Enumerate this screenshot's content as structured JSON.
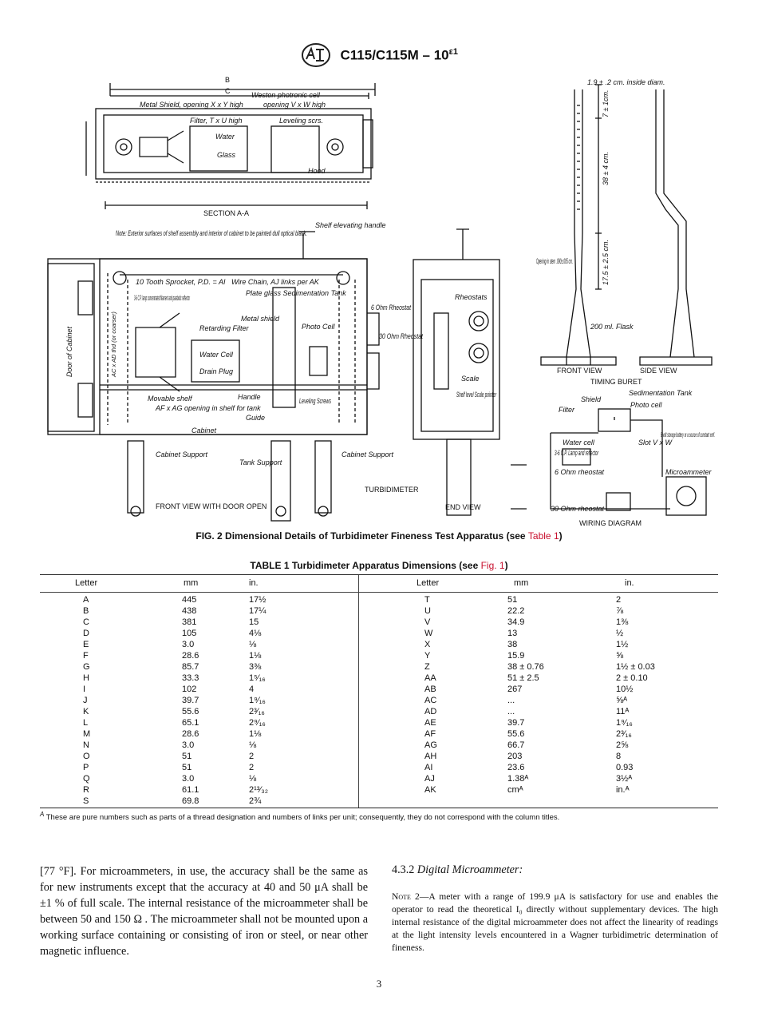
{
  "header": {
    "designation": "C115/C115M – 10",
    "superscript": "ε1"
  },
  "figure": {
    "labels": {
      "section_B": "B",
      "section_C": "C",
      "metal_shield": "Metal Shield, opening X x Y high",
      "weston_cell": "Weston photronic cell",
      "weston_opening": "opening V x W high",
      "filter": "Filter, T x U high",
      "leveling_scrs": "Leveling scrs.",
      "water": "Water",
      "glass": "Glass",
      "hood": "Hood",
      "section_aa": "SECTION A-A",
      "note": "Note: Exterior surfaces of shelf assembly and interior of cabinet to be painted dull optical black.",
      "shelf_handle": "Shelf elevating handle",
      "sprocket": "10 Tooth Sprocket, P.D. = AI",
      "wire_chain": "Wire Chain, AJ links per AK",
      "plate_glass": "Plate glass Sedimentation Tank",
      "lamp": "3-6 C.P. lamp concentrated filament and parabolic reflector",
      "metal_shield2": "Metal shield",
      "retarding_filter": "Retarding Filter",
      "photo_cell": "Photo Cell",
      "water_cell": "Water Cell",
      "drain_plug": "Drain Plug",
      "six_ohm": "6 Ohm Rheostat",
      "thirty_ohm": "30 Ohm Rheostat",
      "door_of_cabinet": "Door of Cabinet",
      "thd": "AC x AD thd (or coarser)",
      "movable_shelf": "Movable shelf",
      "opening_shelf": "AF x AG opening in shelf for tank",
      "handle": "Handle",
      "guide": "Guide",
      "leveling_screws": "Leveling Screws",
      "cabinet": "Cabinet",
      "cabinet_support": "Cabinet Support",
      "tank_support": "Tank Support",
      "front_view_door": "FRONT VIEW WITH DOOR OPEN",
      "turbidimeter": "TURBIDIMETER",
      "end_view": "END VIEW",
      "rheostats": "Rheostats",
      "scale": "Scale",
      "shelf_level": "Shelf level Scale pointer",
      "buret_inside": "1.9 ± .2 cm. inside diam.",
      "buret_7": "7 ± 1cm.",
      "buret_38": "38 ± 4 cm.",
      "buret_175": "17.5 ± 2.5 cm.",
      "opening_stem": "Opening in stem .090±.005 cm.",
      "flask": "200 ml. Flask",
      "front_view": "FRONT VIEW",
      "side_view": "SIDE VIEW",
      "timing_buret": "TIMING BURET",
      "shield": "Shield",
      "filter2": "Filter",
      "sed_tank": "Sedimentation Tank",
      "photo_cell2": "Photo cell",
      "water_cell2": "Water cell",
      "lamp2": "3-6 C.P. Lamp and reflector",
      "slot": "Slot V x W",
      "battery": "6 volt storage battery or a source of constant emf.",
      "six_ohm2": "6 Ohm rheostat",
      "thirty_ohm2": "30 Ohm rheostat",
      "microammeter": "Microammeter",
      "wiring": "WIRING DIAGRAM"
    }
  },
  "caption": {
    "text": "FIG. 2 Dimensional Details of Turbidimeter Fineness Test Apparatus (see ",
    "ref": "Table 1",
    "close": ")"
  },
  "table": {
    "title": "TABLE 1 Turbidimeter Apparatus Dimensions (see ",
    "ref": "Fig. 1",
    "close": ")",
    "headers": [
      "Letter",
      "mm",
      "in."
    ],
    "left_rows": [
      [
        "A",
        "445",
        "17½"
      ],
      [
        "B",
        "438",
        "17¼"
      ],
      [
        "C",
        "381",
        "15"
      ],
      [
        "D",
        "105",
        "4⅛"
      ],
      [
        "E",
        "3.0",
        "⅛"
      ],
      [
        "F",
        "28.6",
        "1⅛"
      ],
      [
        "G",
        "85.7",
        "3⅜"
      ],
      [
        "H",
        "33.3",
        "1⁵⁄₁₆"
      ],
      [
        "I",
        "102",
        "4"
      ],
      [
        "J",
        "39.7",
        "1⁹⁄₁₆"
      ],
      [
        "K",
        "55.6",
        "2³⁄₁₆"
      ],
      [
        "L",
        "65.1",
        "2⁹⁄₁₆"
      ],
      [
        "M",
        "28.6",
        "1⅛"
      ],
      [
        "N",
        "3.0",
        "⅛"
      ],
      [
        "O",
        "51",
        "2"
      ],
      [
        "P",
        "51",
        "2"
      ],
      [
        "Q",
        "3.0",
        "⅛"
      ],
      [
        "R",
        "61.1",
        "2¹³⁄₃₂"
      ],
      [
        "S",
        "69.8",
        "2¾"
      ]
    ],
    "right_rows": [
      [
        "T",
        "51",
        "2"
      ],
      [
        "U",
        "22.2",
        "⅞"
      ],
      [
        "V",
        "34.9",
        "1⅜"
      ],
      [
        "W",
        "13",
        "½"
      ],
      [
        "X",
        "38",
        "1½"
      ],
      [
        "Y",
        "15.9",
        "⅝"
      ],
      [
        "Z",
        "38 ± 0.76",
        "1½  ± 0.03"
      ],
      [
        "AA",
        "51 ± 2.5",
        "2   ± 0.10"
      ],
      [
        "AB",
        "267",
        "10½"
      ],
      [
        "AC",
        "...",
        "⅝ᴬ"
      ],
      [
        "AD",
        "...",
        "11ᴬ"
      ],
      [
        "AE",
        "39.7",
        "1⁹⁄₁₆"
      ],
      [
        "AF",
        "55.6",
        "2³⁄₁₆"
      ],
      [
        "AG",
        "66.7",
        "2⅝"
      ],
      [
        "AH",
        "203",
        "8"
      ],
      [
        "AI",
        "23.6",
        "0.93"
      ],
      [
        "AJ",
        "1.38ᴬ",
        "3½ᴬ"
      ],
      [
        "AK",
        "cmᴬ",
        "in.ᴬ"
      ]
    ],
    "footnote_mark": "A",
    "footnote": "These are pure numbers such as parts of a thread designation and numbers of links per unit; consequently, they do not correspond with the column titles."
  },
  "body": {
    "left_paragraph": "[77 °F]. For microammeters, in use, the accuracy shall be the same as for new instruments except that the accuracy at 40 and 50 μA shall be ±1 % of full scale. The internal resistance of the microammeter shall be between 50 and 150 Ω . The microammeter shall not be mounted upon a working surface containing or consisting of iron or steel, or near other magnetic influence.",
    "section_number": "4.3.2",
    "section_title": "Digital Microammeter:",
    "note_label": "Note 2",
    "note_text": "—A meter with a range of 199.9 μA is satisfactory for use and enables the operator to read the theoretical I₀ directly without supplementary devices. The high internal resistance of the digital microammeter does not affect the linearity of readings at the light intensity levels encountered in a Wagner turbidimetric determination of fineness."
  },
  "page_number": "3"
}
